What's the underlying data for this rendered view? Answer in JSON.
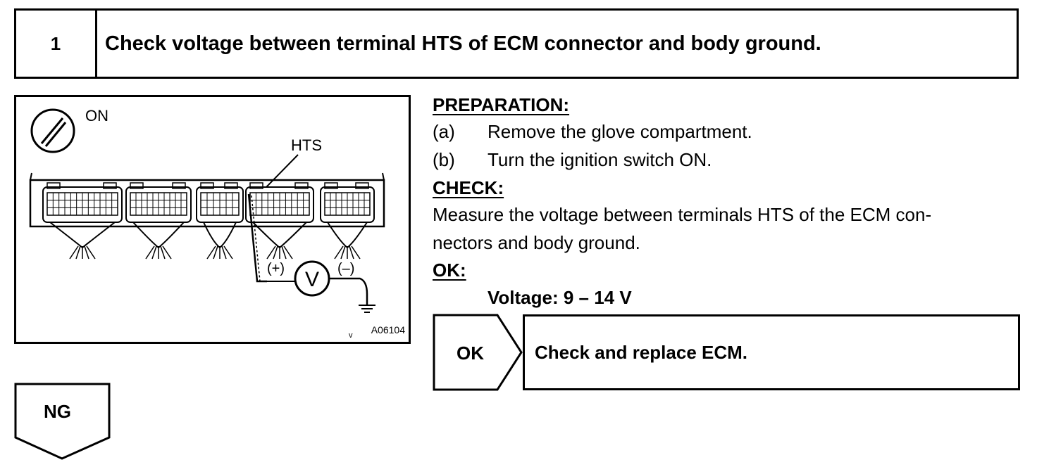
{
  "step": {
    "number": "1",
    "title": "Check voltage between terminal HTS of ECM connector and body ground."
  },
  "figure": {
    "ignition_label": "ON",
    "terminal_label": "HTS",
    "plus_label": "(+)",
    "minus_label": "(–)",
    "meter_label": "V",
    "figure_code": "A06104",
    "corner_mark": "v"
  },
  "preparation": {
    "heading": "PREPARATION:",
    "items": [
      {
        "marker": "(a)",
        "text": "Remove the glove compartment."
      },
      {
        "marker": "(b)",
        "text": "Turn the ignition switch ON."
      }
    ]
  },
  "check": {
    "heading": "CHECK:",
    "lines": [
      "Measure the voltage between terminals HTS of the ECM con-",
      "nectors and body ground."
    ]
  },
  "ok_spec": {
    "heading": "OK:",
    "value": "Voltage: 9 – 14 V"
  },
  "flow": {
    "ok_label": "OK",
    "ok_action": "Check and replace ECM.",
    "ng_label": "NG"
  }
}
